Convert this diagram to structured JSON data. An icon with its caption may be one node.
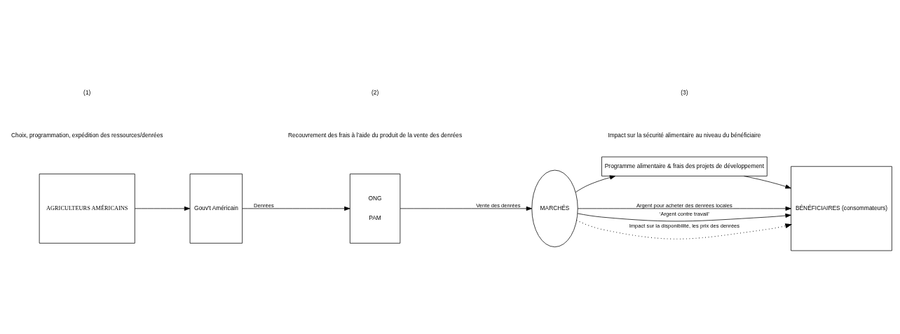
{
  "diagram": {
    "nodes": [
      {
        "text": [
          "AGRICULTEURS AMÉRICAINS"
        ]
      },
      {
        "text": [
          "Gouv't Américain"
        ]
      },
      {
        "text": [
          "ONG",
          "PAM"
        ]
      },
      {
        "text": [
          "MARCHÉS"
        ]
      },
      {
        "text": [
          "Programme alimentaire & frais des projets de développement"
        ]
      },
      {
        "text": [
          "BÉNÉFICIAIRES (consommateurs)"
        ]
      }
    ],
    "edges": [
      {
        "from": 0,
        "to": 1,
        "arrow": "to"
      },
      {
        "from": 1,
        "to": 2,
        "arrow": "to",
        "label": "Denrées"
      },
      {
        "from": 2,
        "to": 3,
        "arrow": "to",
        "label": "Vente des denrées"
      },
      {
        "from": 3,
        "to": 5,
        "arrow": "to",
        "label": "Argent pour acheter des denrées locales"
      },
      {
        "from": 3,
        "to": 5,
        "arrow": "to",
        "label": "‘Argent contre travail’"
      },
      {
        "from": 3,
        "to": 4,
        "arrow": "to"
      },
      {
        "from": 4,
        "to": 5,
        "arrow": "to"
      },
      {
        "from": 3,
        "to": 5,
        "arrow": "to",
        "style": "dashed",
        "label": "Impact sur la disponibilité, les prix des denrées"
      }
    ],
    "labels": [
      "(1)",
      "Choix, programmation, expédition des ressources/denrées",
      "(2)",
      "Recouvrement des frais à l’aide du produit de la vente des denrées",
      "(3)",
      "Impact sur la sécurité alimentaire au niveau du bénéficiaire"
    ]
  }
}
